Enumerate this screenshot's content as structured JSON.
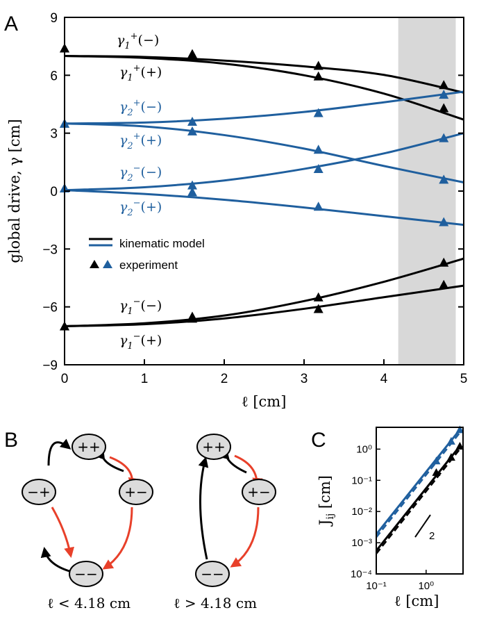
{
  "colors": {
    "black": "#000000",
    "blue": "#1f5f9e",
    "red": "#e8402a",
    "shade": "#d8d8d8",
    "node": "#dcdcdc"
  },
  "panels": {
    "a": "A",
    "b": "B",
    "c": "C"
  },
  "chart_data": [
    {
      "type": "line",
      "xlabel": "ℓ [cm]",
      "ylabel": "global drive, γ [cm]",
      "xlim": [
        0,
        5
      ],
      "ylim": [
        -9,
        9
      ],
      "xticks": [
        "0",
        "1",
        "2",
        "3",
        "4",
        "5"
      ],
      "yticks": [
        "9",
        "6",
        "3",
        "0",
        "−3",
        "−6",
        "−9"
      ],
      "shaded_region": [
        4.18,
        4.9
      ],
      "legend": {
        "position": "center-left",
        "entries": [
          "kinematic model",
          "experiment"
        ]
      },
      "series": [
        {
          "name": "γ1+(−)",
          "color": "black",
          "x": [
            0,
            1,
            2,
            3,
            4,
            5
          ],
          "model": [
            7.0,
            6.95,
            6.76,
            6.46,
            6.02,
            5.1
          ],
          "exp_x": [
            0,
            1.6,
            3.18,
            4.75
          ],
          "exp_y": [
            7.4,
            7.1,
            6.5,
            5.5
          ]
        },
        {
          "name": "γ1+(+)",
          "color": "black",
          "x": [
            0,
            1,
            2,
            3,
            4,
            5
          ],
          "model": [
            7.0,
            6.9,
            6.6,
            6.0,
            5.05,
            3.7
          ],
          "exp_x": [
            0,
            1.6,
            3.18,
            4.75
          ],
          "exp_y": [
            7.4,
            7.1,
            5.95,
            4.3
          ]
        },
        {
          "name": "γ2+(−)",
          "color": "blue",
          "x": [
            0,
            1,
            2,
            3,
            4,
            5
          ],
          "model": [
            3.5,
            3.55,
            3.75,
            4.1,
            4.6,
            5.15
          ],
          "exp_x": [
            0,
            1.6,
            3.18,
            4.75
          ],
          "exp_y": [
            3.5,
            3.6,
            4.05,
            5.0
          ]
        },
        {
          "name": "γ2+(+)",
          "color": "blue",
          "x": [
            0,
            1,
            2,
            3,
            4,
            5
          ],
          "model": [
            3.5,
            3.35,
            2.9,
            2.2,
            1.3,
            0.45
          ],
          "exp_x": [
            0,
            1.6,
            3.18,
            4.75
          ],
          "exp_y": [
            3.5,
            3.1,
            2.15,
            0.6
          ]
        },
        {
          "name": "γ2−(−)",
          "color": "blue",
          "x": [
            0,
            1,
            2,
            3,
            4,
            5
          ],
          "model": [
            0.05,
            0.2,
            0.55,
            1.15,
            1.95,
            3.0
          ],
          "exp_x": [
            0,
            1.6,
            3.18,
            4.75
          ],
          "exp_y": [
            0.15,
            0.3,
            1.15,
            2.75
          ]
        },
        {
          "name": "γ2−(+)",
          "color": "blue",
          "x": [
            0,
            1,
            2,
            3,
            4,
            5
          ],
          "model": [
            0.05,
            -0.15,
            -0.45,
            -0.85,
            -1.3,
            -1.75
          ],
          "exp_x": [
            0,
            1.6,
            3.18,
            4.75
          ],
          "exp_y": [
            0.15,
            -0.05,
            -0.8,
            -1.6
          ]
        },
        {
          "name": "γ1−(−)",
          "color": "black",
          "x": [
            0,
            1,
            2,
            3,
            4,
            5
          ],
          "model": [
            -7.0,
            -6.85,
            -6.45,
            -5.7,
            -4.7,
            -3.5
          ],
          "exp_x": [
            0,
            1.6,
            3.18,
            4.75
          ],
          "exp_y": [
            -7.0,
            -6.5,
            -5.5,
            -3.7
          ]
        },
        {
          "name": "γ1−(+)",
          "color": "black",
          "x": [
            0,
            1,
            2,
            3,
            4,
            5
          ],
          "model": [
            -7.0,
            -6.9,
            -6.6,
            -6.1,
            -5.5,
            -4.9
          ],
          "exp_x": [
            0,
            1.6,
            3.18,
            4.75
          ],
          "exp_y": [
            -7.0,
            -6.6,
            -6.1,
            -4.85
          ]
        }
      ]
    },
    {
      "type": "scatter",
      "xlabel": "ℓ [cm]",
      "ylabel": "J_ij [cm]",
      "xscale": "log",
      "yscale": "log",
      "xlim": [
        0.1,
        5.5
      ],
      "ylim": [
        0.0001,
        5
      ],
      "xticks": [
        "10⁻¹",
        "10⁰"
      ],
      "yticks": [
        "10⁰",
        "10⁻¹",
        "10⁻²",
        "10⁻³",
        "10⁻⁴"
      ],
      "slope_label": "2",
      "series": [
        {
          "color": "blue",
          "x": [
            1.6,
            3.18,
            4.75
          ],
          "y": [
            0.42,
            1.8,
            4.2
          ]
        },
        {
          "color": "black",
          "x": [
            1.6,
            3.18,
            4.75
          ],
          "y": [
            0.18,
            0.55,
            1.25
          ]
        }
      ]
    }
  ],
  "diagram": {
    "nodes": [
      "++",
      "−+",
      "+−",
      "−−"
    ],
    "left_condition": "ℓ < 4.18 cm",
    "right_condition": "ℓ > 4.18 cm"
  }
}
